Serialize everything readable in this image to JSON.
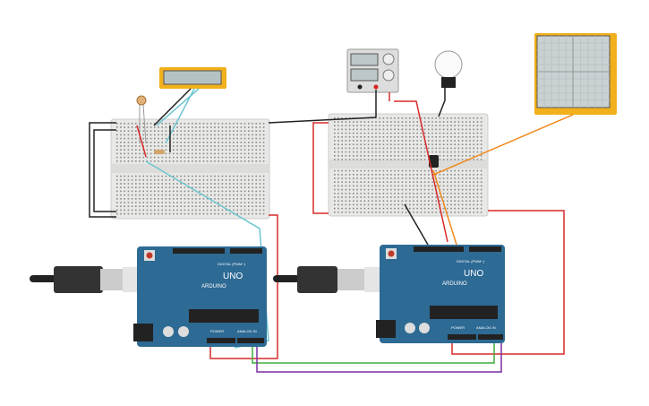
{
  "arduinos": [
    {
      "model": "UNO",
      "brand": "ARDUINO",
      "digital_label": "DIGITAL (PWM~)",
      "power_label": "POWER",
      "analog_label": "ANALOG IN"
    },
    {
      "model": "UNO",
      "brand": "ARDUINO",
      "digital_label": "DIGITAL (PWM~)",
      "power_label": "POWER",
      "analog_label": "ANALOG IN"
    }
  ],
  "colors": {
    "arduino": "#2d6a94",
    "breadboard": "#e8e8e6",
    "wire_red": "#d92a2a",
    "wire_black": "#222222",
    "wire_cyan": "#6cc5d0",
    "wire_orange": "#f08a1c",
    "wire_green": "#3fae3f",
    "wire_purple": "#7b2fa0",
    "oscilloscope_frame": "#f1b01c"
  },
  "components": [
    "lcd-16x2",
    "photoresistor",
    "resistor",
    "power-supply",
    "light-bulb",
    "transistor",
    "oscilloscope"
  ]
}
